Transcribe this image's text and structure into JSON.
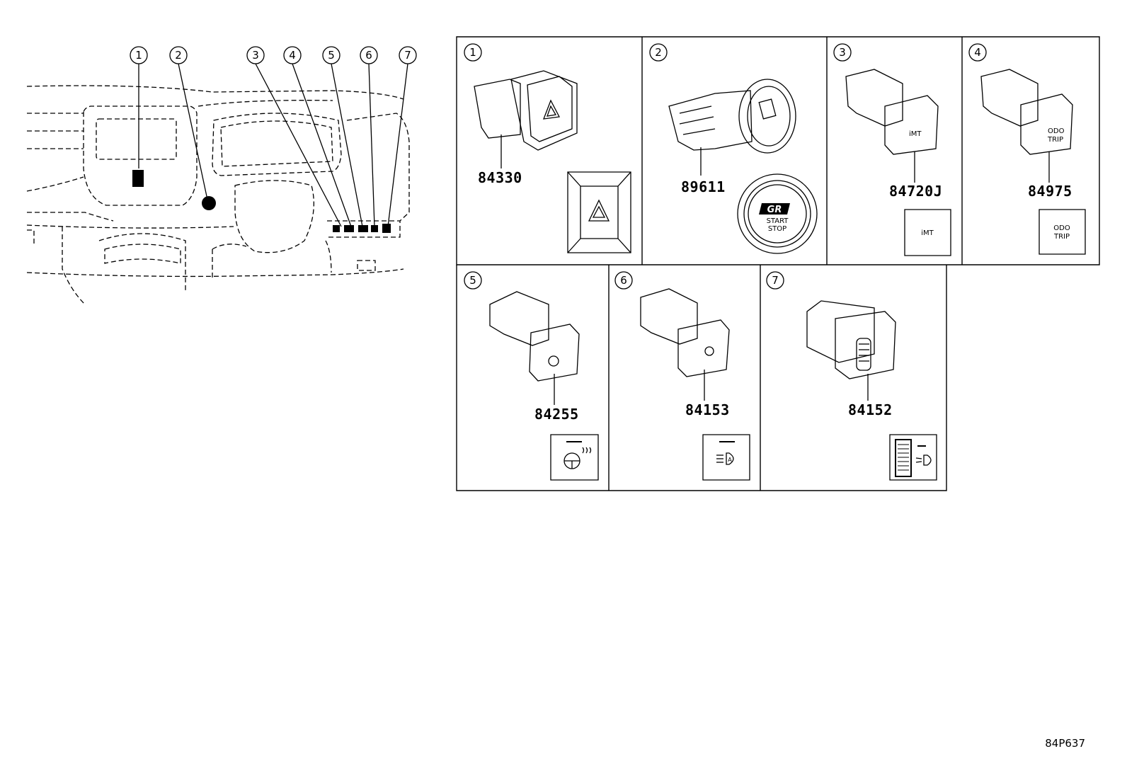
{
  "callouts": [
    "1",
    "2",
    "3",
    "4",
    "5",
    "6",
    "7"
  ],
  "panels": [
    {
      "num": "1",
      "part_number": "84330",
      "label": ""
    },
    {
      "num": "2",
      "part_number": "89611",
      "label": "START STOP"
    },
    {
      "num": "3",
      "part_number": "84720J",
      "label": "iMT"
    },
    {
      "num": "4",
      "part_number": "84975",
      "label": "ODO TRIP"
    },
    {
      "num": "5",
      "part_number": "84255",
      "label": ""
    },
    {
      "num": "6",
      "part_number": "84153",
      "label": ""
    },
    {
      "num": "7",
      "part_number": "84152",
      "label": ""
    }
  ],
  "icons": {
    "p1": "hazard-triangle-icon",
    "p2": "start-stop-button-icon",
    "p5": "heated-steering-wheel-icon",
    "p6": "auto-high-beam-icon",
    "p7": "headlight-leveling-dial-icon"
  },
  "text": {
    "odo": "ODO",
    "trip": "TRIP",
    "start": "START",
    "stop": "STOP",
    "imt": "iMT",
    "gr": "GR"
  },
  "reference_code": "84P637"
}
